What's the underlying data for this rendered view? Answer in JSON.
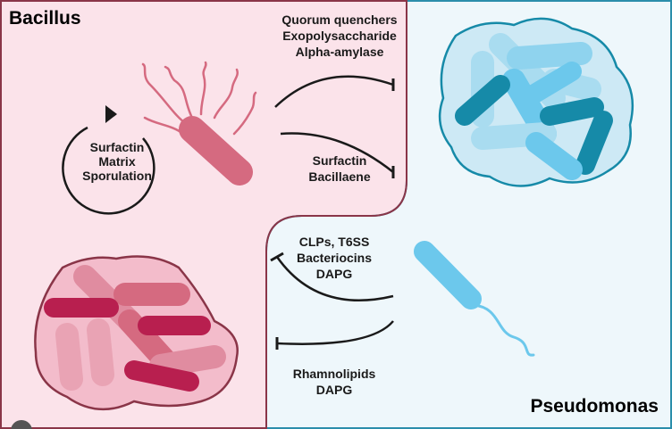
{
  "titles": {
    "bacillus": "Bacillus",
    "pseudomonas": "Pseudomonas"
  },
  "cycle": {
    "lines": [
      "Surfactin",
      "Matrix",
      "Sporulation"
    ]
  },
  "bacillus_to_pseudomonas": [
    {
      "lines": [
        "Quorum quenchers",
        "Exopolysaccharide",
        "Alpha-amylase"
      ]
    },
    {
      "lines": [
        "Surfactin",
        "Bacillaene"
      ]
    }
  ],
  "pseudomonas_to_bacillus": [
    {
      "lines": [
        "CLPs, T6SS",
        "Bacteriocins",
        "DAPG"
      ]
    },
    {
      "lines": [
        "Rhamnolipids",
        "DAPG"
      ]
    }
  ],
  "colors": {
    "bacillus_bg": "#fbe3ea",
    "bacillus_border": "#8a3548",
    "pseudomonas_bg": "#eef7fb",
    "pseudomonas_border": "#2b8eab",
    "bacillus_cell": "#d56a80",
    "bacillus_dark": "#b81f4f",
    "pseudomonas_cell": "#6cc8ec",
    "pseudomonas_dark": "#168aa8"
  }
}
